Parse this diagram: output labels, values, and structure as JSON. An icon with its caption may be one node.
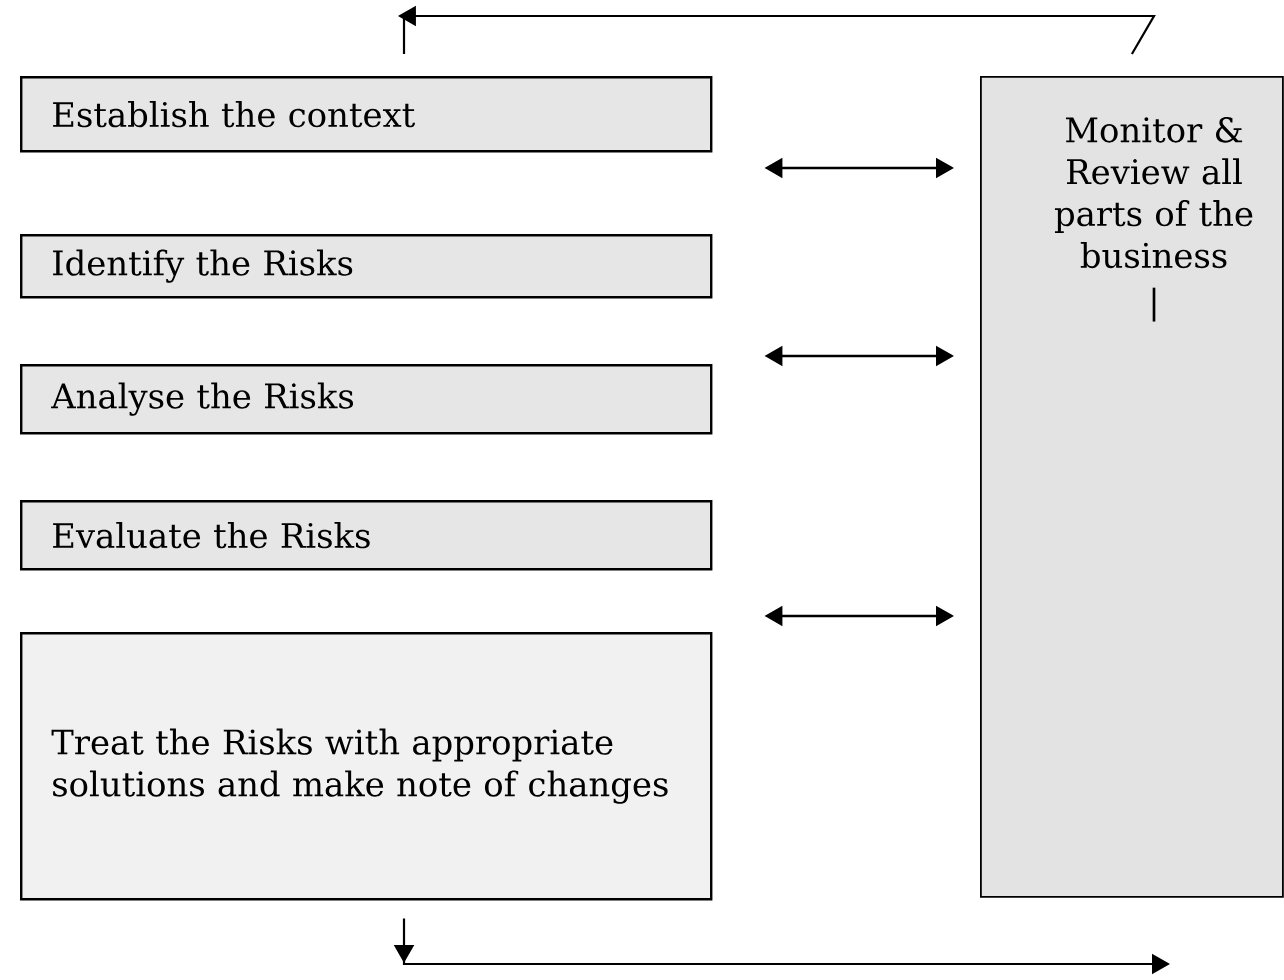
{
  "diagram": {
    "nodes": [
      {
        "text": [
          "Establish the context"
        ]
      },
      {
        "text": [
          "Identify the Risks"
        ]
      },
      {
        "text": [
          "Analyse the Risks"
        ]
      },
      {
        "text": [
          "Evaluate the Risks"
        ]
      },
      {
        "text": [
          "Treat the Risks with appropriate solutions and make note of changes"
        ]
      },
      {
        "text": [
          "Monitor & Review all parts of the business",
          "|"
        ]
      }
    ],
    "edges": [
      {
        "from": 5,
        "to": 0,
        "arrow": "to"
      },
      {
        "from": 0,
        "to": 5,
        "arrow": "both"
      },
      {
        "from": 2,
        "to": 5,
        "arrow": "both"
      },
      {
        "from": 4,
        "to": 5,
        "arrow": "both"
      },
      {
        "from": 4,
        "to": null,
        "arrow": "to"
      }
    ]
  }
}
